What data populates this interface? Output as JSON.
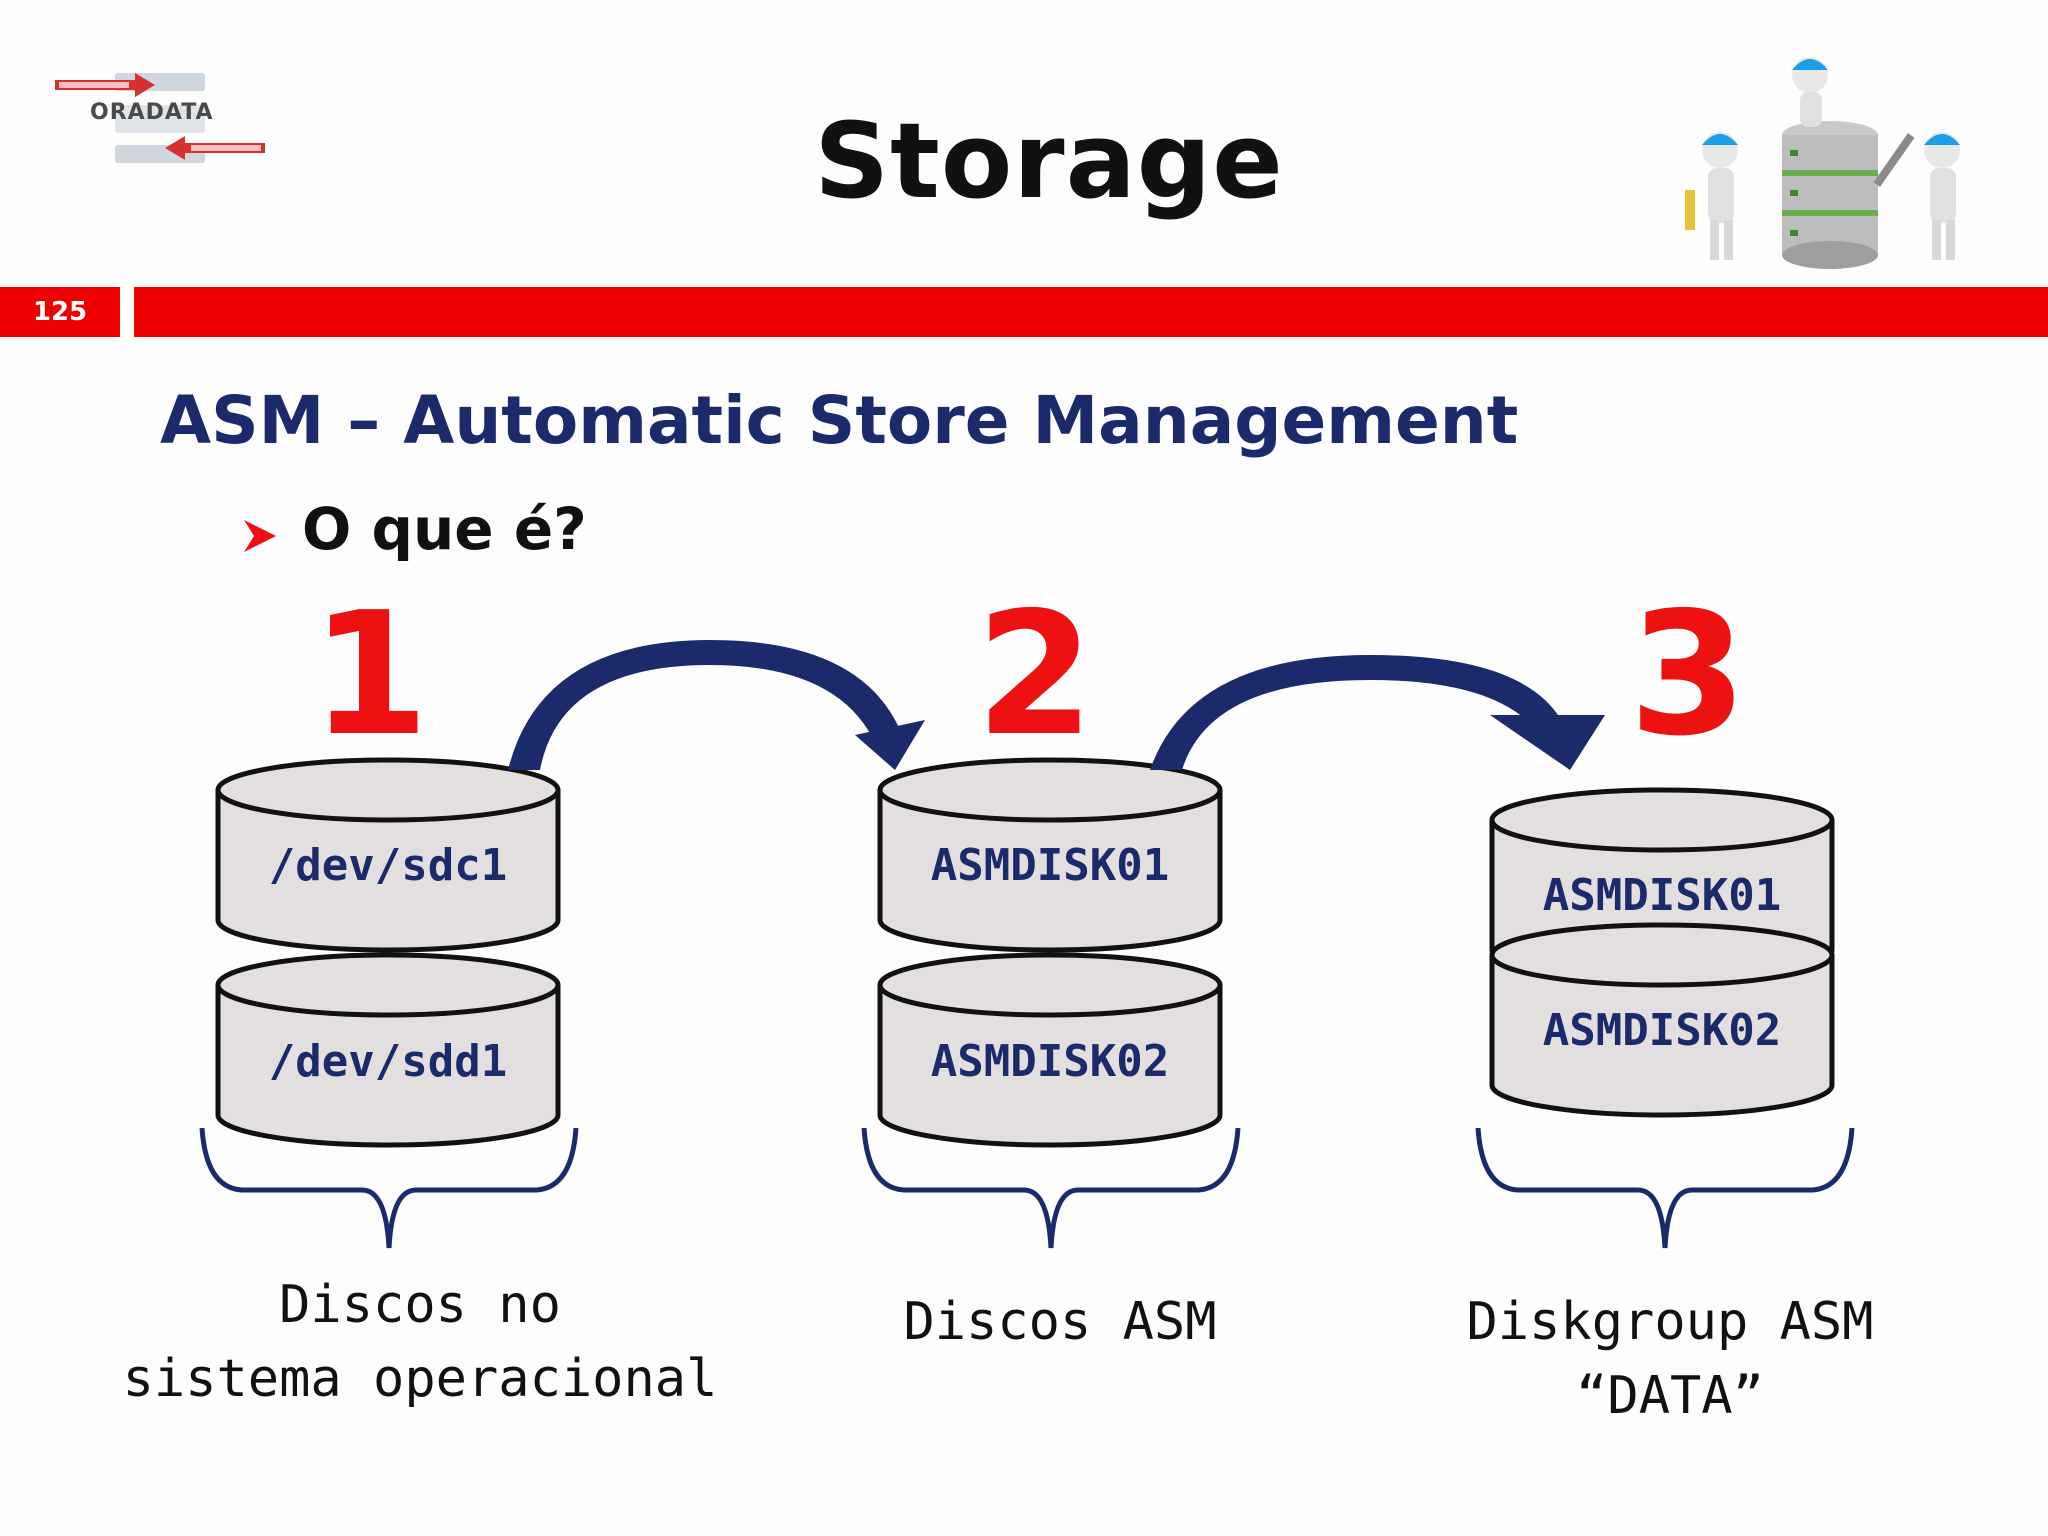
{
  "header": {
    "logo_text": "ORADATA",
    "title": "Storage",
    "slide_number": "125"
  },
  "section": {
    "heading": "ASM – Automatic Store Management",
    "bullet": "O que é?"
  },
  "colors": {
    "accent_red": "#ee0000",
    "navy": "#1b2a6b",
    "disk_fill": "#e3dfdf"
  },
  "steps": [
    {
      "number": "1",
      "disks": [
        "/dev/sdc1",
        "/dev/sdd1"
      ],
      "caption_line1": "Discos no",
      "caption_line2": "sistema operacional"
    },
    {
      "number": "2",
      "disks": [
        "ASMDISK01",
        "ASMDISK02"
      ],
      "caption_line1": "Discos ASM",
      "caption_line2": ""
    },
    {
      "number": "3",
      "disks": [
        "ASMDISK01",
        "ASMDISK02"
      ],
      "caption_line1": "Diskgroup ASM",
      "caption_line2": "“DATA”"
    }
  ],
  "icons": [
    "oradata-logo",
    "construction-team-illustration",
    "bullet-arrow-icon",
    "curved-arrow-icon",
    "brace-icon",
    "disk-cylinder-icon"
  ]
}
